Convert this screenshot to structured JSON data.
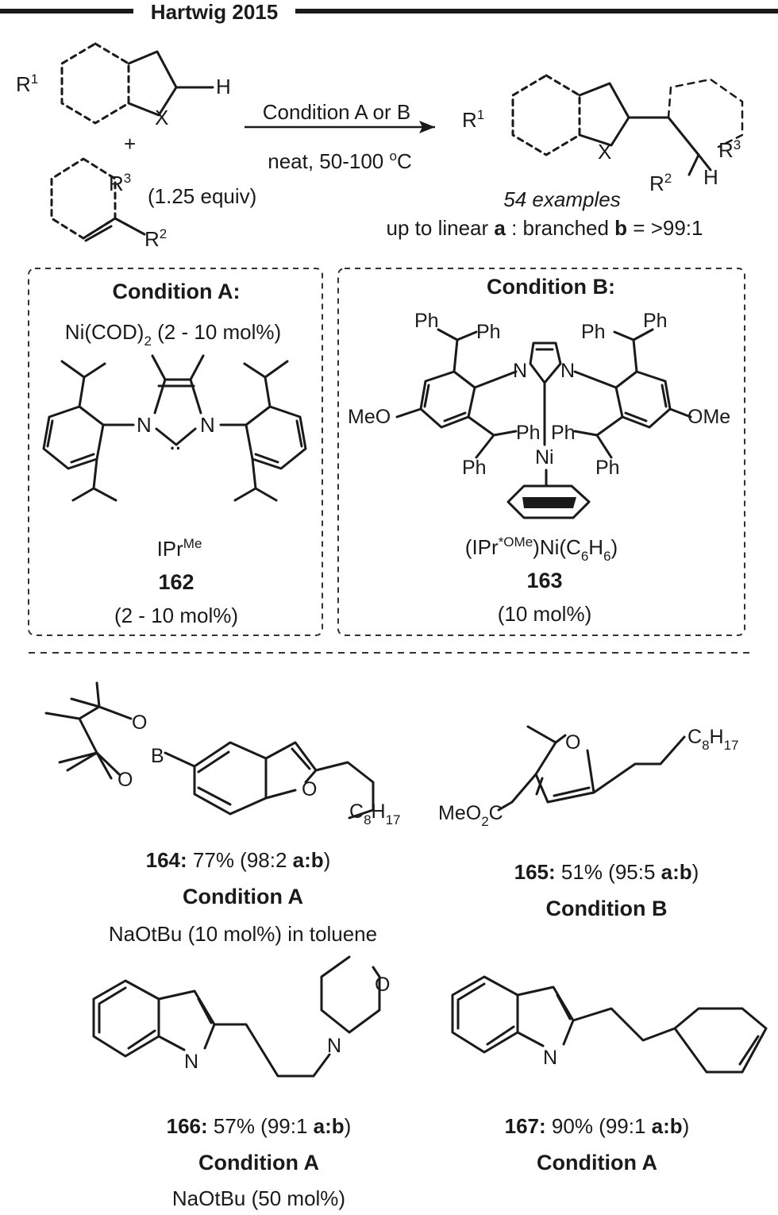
{
  "header": {
    "title": "Hartwig 2015"
  },
  "scheme": {
    "reactant_r1": "R",
    "reactant_r1_sup": "1",
    "reactant_h": "H",
    "reactant_x": "X",
    "plus": "+",
    "alkene_r3": "R",
    "alkene_r3_sup": "3",
    "alkene_r2": "R",
    "alkene_r2_sup": "2",
    "alkene_equiv": "(1.25 equiv)",
    "arrow_top": "Condition A or B",
    "arrow_bottom_pre": "neat, 50-100 ",
    "arrow_bottom_sup": "o",
    "arrow_bottom_post": "C",
    "product_r1": "R",
    "product_r1_sup": "1",
    "product_x": "X",
    "product_r2": "R",
    "product_r2_sup": "2",
    "product_r3": "R",
    "product_r3_sup": "3",
    "product_h": "H",
    "examples": "54 examples",
    "selectivity_pre": "up to linear ",
    "selectivity_a": "a",
    "selectivity_mid": " : branched ",
    "selectivity_b": "b",
    "selectivity_post": " = >99:1"
  },
  "condition_a": {
    "title": "Condition A:",
    "metal_pre": "Ni(COD)",
    "metal_sub": "2",
    "metal_post": " (2 - 10 mol%)",
    "n_left": "N",
    "n_right": "N",
    "carbene_dots": "··",
    "ligand_name": "IPr",
    "ligand_sup": "Me",
    "compound_number": "162",
    "loading": "(2 - 10 mol%)"
  },
  "condition_b": {
    "title": "Condition B:",
    "ph": "Ph",
    "n_left": "N",
    "n_right": "N",
    "meo": "MeO",
    "ome": "OMe",
    "ni": "Ni",
    "complex_pre": "(IPr",
    "complex_sup": "*OMe",
    "complex_mid": ")Ni(C",
    "complex_sub1": "6",
    "complex_h": "H",
    "complex_sub2": "6",
    "complex_post": ")",
    "compound_number": "163",
    "loading": "(10 mol%)"
  },
  "examples": [
    {
      "number": "164:",
      "yield": " 77% (98:2 ",
      "ratio_label": "a:b",
      "close": ")",
      "condition": "Condition A",
      "note": "NaOtBu (10 mol%) in toluene",
      "atoms": {
        "o1": "O",
        "o2": "O",
        "b": "B",
        "o_ring": "O",
        "alkyl": "C",
        "alkyl_sub1": "8",
        "alkyl_h": "H",
        "alkyl_sub2": "17"
      }
    },
    {
      "number": "165:",
      "yield": " 51% (95:5 ",
      "ratio_label": "a:b",
      "close": ")",
      "condition": "Condition B",
      "note": "",
      "atoms": {
        "o_ring": "O",
        "ester": "MeO",
        "ester_sub": "2",
        "ester_c": "C",
        "alkyl": "C",
        "alkyl_sub1": "8",
        "alkyl_h": "H",
        "alkyl_sub2": "17"
      }
    },
    {
      "number": "166:",
      "yield": " 57% (99:1 ",
      "ratio_label": "a:b",
      "close": ")",
      "condition": "Condition A",
      "note": "NaOtBu (50 mol%)",
      "atoms": {
        "n_indole": "N",
        "n_morph": "N",
        "o_morph": "O"
      }
    },
    {
      "number": "167:",
      "yield": " 90% (99:1 ",
      "ratio_label": "a:b",
      "close": ")",
      "condition": "Condition A",
      "note": "",
      "atoms": {
        "n_indole": "N"
      }
    }
  ]
}
